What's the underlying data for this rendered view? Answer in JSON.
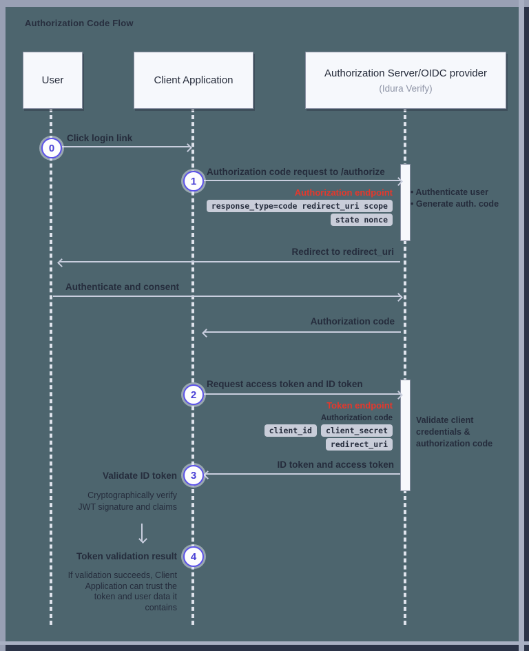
{
  "diagram_title": "Authorization Code Flow",
  "actors": {
    "user": "User",
    "client": "Client Application",
    "server": "Authorization Server/OIDC provider",
    "server_subtitle": "(Idura Verify)"
  },
  "steps": {
    "s0": {
      "num": "0",
      "message": "Click login link"
    },
    "s1": {
      "num": "1",
      "message": "Authorization code request to /authorize",
      "endpoint_label": "Authorization endpoint",
      "params_row1": "response_type=code redirect_uri scope",
      "params_row2": "state nonce",
      "server_action_1": "•  Authenticate user",
      "server_action_2": "•  Generate auth. code"
    },
    "m_redirect": "Redirect to redirect_uri",
    "m_consent": "Authenticate and consent",
    "m_auth_code": "Authorization code",
    "s2": {
      "num": "2",
      "message": "Request access token and ID token",
      "endpoint_label": "Token endpoint",
      "param_label": "Authorization code",
      "pill_client_id": "client_id",
      "pill_client_secret": "client_secret",
      "pill_redirect_uri": "redirect_uri",
      "server_note": "Validate client\ncredentials &\nauthorization code"
    },
    "m_id_token": "ID token and access token",
    "s3": {
      "num": "3",
      "message": "Validate ID token",
      "note": "Cryptographically verify\nJWT signature and claims"
    },
    "s4": {
      "num": "4",
      "message": "Token validation result",
      "note": "If validation succeeds, Client\nApplication can trust the\ntoken and user data it\ncontains"
    }
  },
  "colors": {
    "canvas_background": "#4d656e",
    "frame": "#9aa1b5",
    "window_background": "#2b3347",
    "box_fill": "#f6f8fc",
    "accent_indigo": "#5a50e8",
    "endpoint_red": "#e5382c",
    "arrow": "#c9cede",
    "text_dark": "#252c3c",
    "pill_background": "#c9cdd9"
  }
}
